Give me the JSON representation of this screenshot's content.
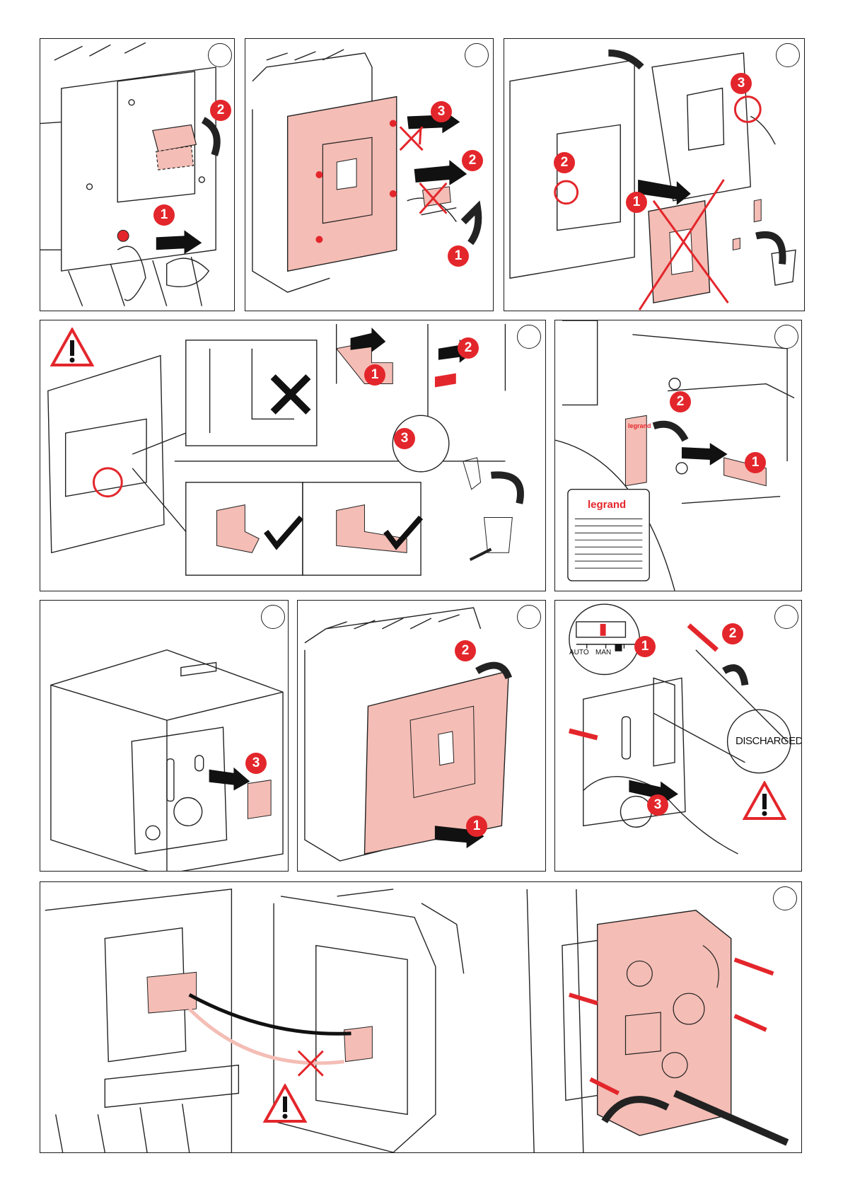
{
  "document": {
    "label_legrand": "legrand",
    "label_legrand_card": "legrand",
    "selector_labels": [
      "AUTO",
      "MAN"
    ],
    "discharged_label": "DISCHARGED",
    "step_numbers": {
      "p1": [
        "1",
        "2"
      ],
      "p2": [
        "3",
        "2",
        "1"
      ],
      "p3": [
        "3",
        "2",
        "1"
      ],
      "p4": [
        "1",
        "2",
        "3"
      ],
      "p5": [
        "2",
        "1"
      ],
      "p7": [
        "3"
      ],
      "p8": [
        "2",
        "1"
      ],
      "p9": [
        "1",
        "2",
        "3"
      ]
    }
  },
  "colors": {
    "accent": "#e3262b",
    "pink": "#f4bdb5",
    "line": "#1a1a1a"
  }
}
